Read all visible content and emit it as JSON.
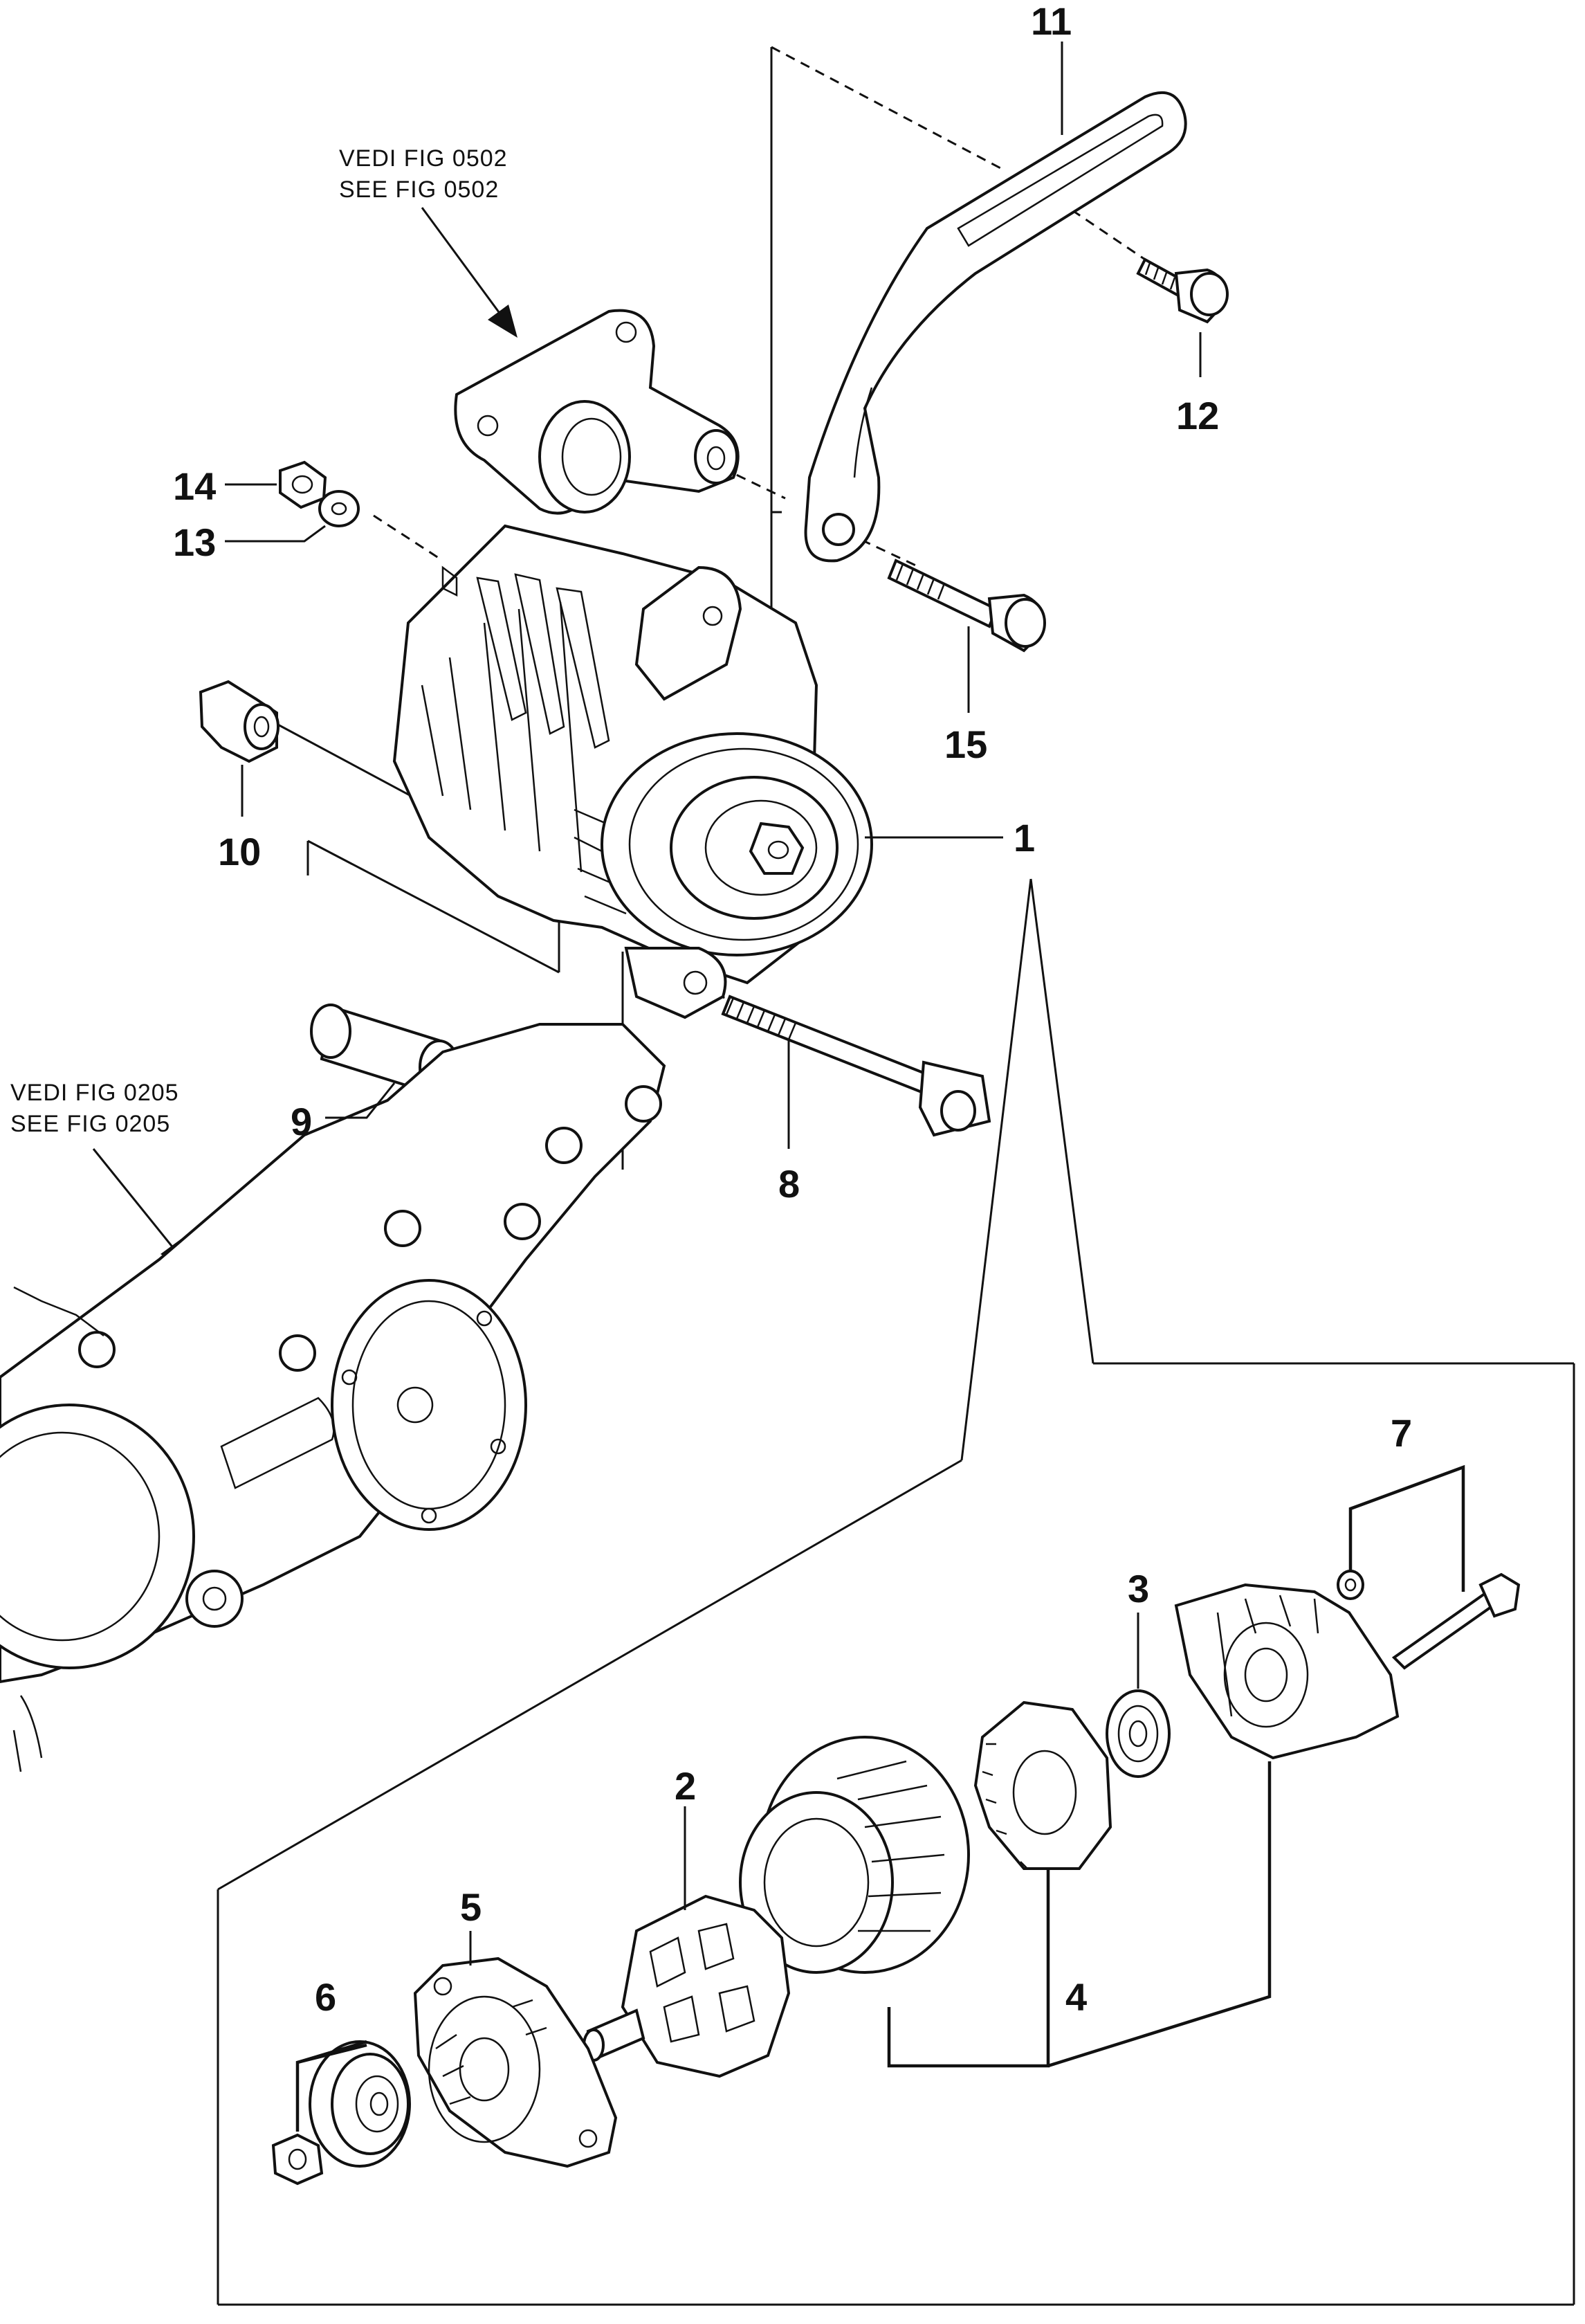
{
  "references": {
    "top_it": "VEDI FIG  0502",
    "top_en": "SEE FIG  0502",
    "left_it": "VEDI FIG  0205",
    "left_en": "SEE FIG  0205"
  },
  "callouts": {
    "n1": "1",
    "n2": "2",
    "n3": "3",
    "n4": "4",
    "n5": "5",
    "n6": "6",
    "n7": "7",
    "n8": "8",
    "n9": "9",
    "n10": "10",
    "n11": "11",
    "n12": "12",
    "n13": "13",
    "n14": "14",
    "n15": "15"
  }
}
